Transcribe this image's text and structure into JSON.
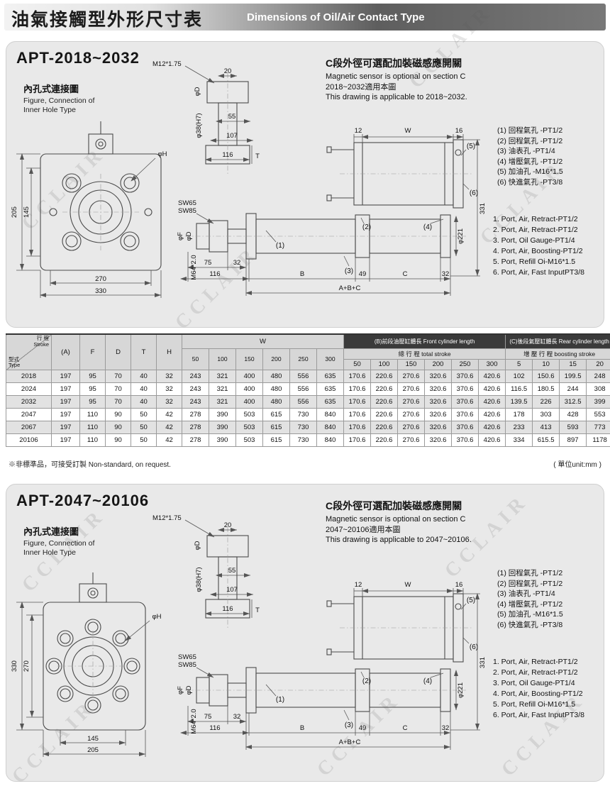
{
  "colors": {
    "panel_bg": "#e9e9e9",
    "table_dark_bg": "#3a3a3a",
    "line": "#4a4a4a"
  },
  "watermark_text": "CCLAIR",
  "header": {
    "title_zh": "油氣接觸型外形尺寸表",
    "title_en": "Dimensions of Oil/Air Contact Type"
  },
  "s1": {
    "model": "APT-2018~2032",
    "conn_zh": "內孔式連接圖",
    "conn_en1": "Figure, Connection of",
    "conn_en2": "Inner Hole Type",
    "note_zh": "C段外徑可選配加裝磁感應開關",
    "note_en": "Magnetic sensor is optional on section C",
    "apply_zh": "2018~2032適用本圖",
    "apply_en": "This drawing is applicable to 2018~2032.",
    "ports_zh": [
      "(1) 回程氣孔 -PT1/2",
      "(2) 回程氣孔 -PT1/2",
      "(3) 油表孔 -PT1/4",
      "(4) 增壓氣孔 -PT1/2",
      "(5) 加油孔 -M16*1.5",
      "(6) 快進氣孔 -PT3/8"
    ],
    "ports_en": [
      "1. Port, Air, Retract-PT1/2",
      "2. Port, Air, Retract-PT1/2",
      "3. Port, Oil Gauge-PT1/4",
      "4. Port, Air, Boosting-PT1/2",
      "5. Port, Refill Oi-M16*1.5",
      "6. Port, Air, Fast InputPT3/8"
    ],
    "d": {
      "m12": "M12*1.75",
      "n20": "20",
      "phiD_top": "φD",
      "phi38": "φ38(H7)",
      "n55": "55",
      "n107": "107",
      "n116_top": "116",
      "T": "T",
      "left_outer": "205",
      "left_inner": "145",
      "bot_inner": "270",
      "bot_outer": "330",
      "phiH": "φH",
      "sw65": "SW65",
      "sw85": "SW85",
      "phiF": "φF",
      "phiD_side": "φD",
      "m64": "M64*2.0",
      "n75": "75",
      "n32a": "32",
      "n116": "116",
      "B": "B",
      "n49": "49",
      "C": "C",
      "n32b": "32",
      "abc": "A+B+C",
      "n12": "12",
      "W": "W",
      "n16": "16",
      "n331": "331",
      "phi221": "φ221",
      "c1": "(1)",
      "c2": "(2)",
      "c3": "(3)",
      "c4": "(4)",
      "c5": "(5)",
      "c6": "(6)"
    }
  },
  "table": {
    "corner": {
      "stroke_zh": "行 程",
      "stroke_en": "Stroke",
      "type_zh": "型式",
      "type_en": "Type"
    },
    "simple_cols": [
      "(A)",
      "F",
      "D",
      "T",
      "H"
    ],
    "w_label": "W",
    "w_subs": [
      "50",
      "100",
      "150",
      "200",
      "250",
      "300"
    ],
    "b_label_zh": "(B)前段油壓缸體長",
    "b_label_en": "Front cylinder length",
    "b_sub": "總 行 程  total stroke",
    "b_subs": [
      "50",
      "100",
      "150",
      "200",
      "250",
      "300"
    ],
    "c_label_zh": "(C)後段氣壓缸體長",
    "c_label_en": "Rear cylinder length",
    "c_sub": "增 壓 行 程  boosting stroke",
    "c_subs": [
      "5",
      "10",
      "15",
      "20"
    ],
    "rows": [
      {
        "type": "2018",
        "a": "197",
        "f": "95",
        "dd": "70",
        "t": "40",
        "h": "32",
        "w": [
          "243",
          "321",
          "400",
          "480",
          "556",
          "635"
        ],
        "b": [
          "170.6",
          "220.6",
          "270.6",
          "320.6",
          "370.6",
          "420.6"
        ],
        "c": [
          "102",
          "150.6",
          "199.5",
          "248"
        ]
      },
      {
        "type": "2024",
        "a": "197",
        "f": "95",
        "dd": "70",
        "t": "40",
        "h": "32",
        "w": [
          "243",
          "321",
          "400",
          "480",
          "556",
          "635"
        ],
        "b": [
          "170.6",
          "220.6",
          "270.6",
          "320.6",
          "370.6",
          "420.6"
        ],
        "c": [
          "116.5",
          "180.5",
          "244",
          "308"
        ]
      },
      {
        "type": "2032",
        "a": "197",
        "f": "95",
        "dd": "70",
        "t": "40",
        "h": "32",
        "w": [
          "243",
          "321",
          "400",
          "480",
          "556",
          "635"
        ],
        "b": [
          "170.6",
          "220.6",
          "270.6",
          "320.6",
          "370.6",
          "420.6"
        ],
        "c": [
          "139.5",
          "226",
          "312.5",
          "399"
        ]
      },
      {
        "type": "2047",
        "a": "197",
        "f": "110",
        "dd": "90",
        "t": "50",
        "h": "42",
        "w": [
          "278",
          "390",
          "503",
          "615",
          "730",
          "840"
        ],
        "b": [
          "170.6",
          "220.6",
          "270.6",
          "320.6",
          "370.6",
          "420.6"
        ],
        "c": [
          "178",
          "303",
          "428",
          "553"
        ]
      },
      {
        "type": "2067",
        "a": "197",
        "f": "110",
        "dd": "90",
        "t": "50",
        "h": "42",
        "w": [
          "278",
          "390",
          "503",
          "615",
          "730",
          "840"
        ],
        "b": [
          "170.6",
          "220.6",
          "270.6",
          "320.6",
          "370.6",
          "420.6"
        ],
        "c": [
          "233",
          "413",
          "593",
          "773"
        ]
      },
      {
        "type": "20106",
        "a": "197",
        "f": "110",
        "dd": "90",
        "t": "50",
        "h": "42",
        "w": [
          "278",
          "390",
          "503",
          "615",
          "730",
          "840"
        ],
        "b": [
          "170.6",
          "220.6",
          "270.6",
          "320.6",
          "370.6",
          "420.6"
        ],
        "c": [
          "334",
          "615.5",
          "897",
          "1178"
        ]
      }
    ]
  },
  "footnote": {
    "zh": "※非標準品，可接受訂製",
    "en": "Non-standard, on request.",
    "unit": "( 單位unit:mm )"
  },
  "s2": {
    "model": "APT-2047~20106",
    "conn_zh": "內孔式連接圖",
    "conn_en1": "Figure, Connection of",
    "conn_en2": "Inner Hole Type",
    "note_zh": "C段外徑可選配加裝磁感應開關",
    "note_en": "Magnetic sensor is optional on section C",
    "apply_zh": "2047~20106適用本圖",
    "apply_en": "This drawing is applicable to 2047~20106.",
    "ports_zh": [
      "(1) 回程氣孔 -PT1/2",
      "(2) 回程氣孔 -PT1/2",
      "(3) 油表孔 -PT1/4",
      "(4) 增壓氣孔 -PT1/2",
      "(5) 加油孔 -M16*1.5",
      "(6) 快進氣孔 -PT3/8"
    ],
    "ports_en": [
      "1. Port, Air, Retract-PT1/2",
      "2. Port, Air, Retract-PT1/2",
      "3. Port, Oil Gauge-PT1/4",
      "4. Port, Air, Boosting-PT1/2",
      "5. Port, Refill Oi-M16*1.5",
      "6. Port, Air, Fast InputPT3/8"
    ],
    "d": {
      "m12": "M12*1.75",
      "n20": "20",
      "phiD_top": "φD",
      "phi38": "φ38(H7)",
      "n55": "55",
      "n107": "107",
      "n116_top": "116",
      "T": "T",
      "left_outer": "330",
      "left_inner": "270",
      "bot_inner": "145",
      "bot_outer": "205",
      "phiH": "φH",
      "sw65": "SW65",
      "sw85": "SW85",
      "phiF": "φF",
      "phiD_side": "φD",
      "m64": "M64*2.0",
      "n75": "75",
      "n32a": "32",
      "n116": "116",
      "B": "B",
      "n49": "49",
      "C": "C",
      "n32b": "32",
      "abc": "A+B+C",
      "n12": "12",
      "W": "W",
      "n16": "16",
      "n331": "331",
      "phi221": "φ221",
      "c1": "(1)",
      "c2": "(2)",
      "c3": "(3)",
      "c4": "(4)",
      "c5": "(5)",
      "c6": "(6)"
    }
  }
}
